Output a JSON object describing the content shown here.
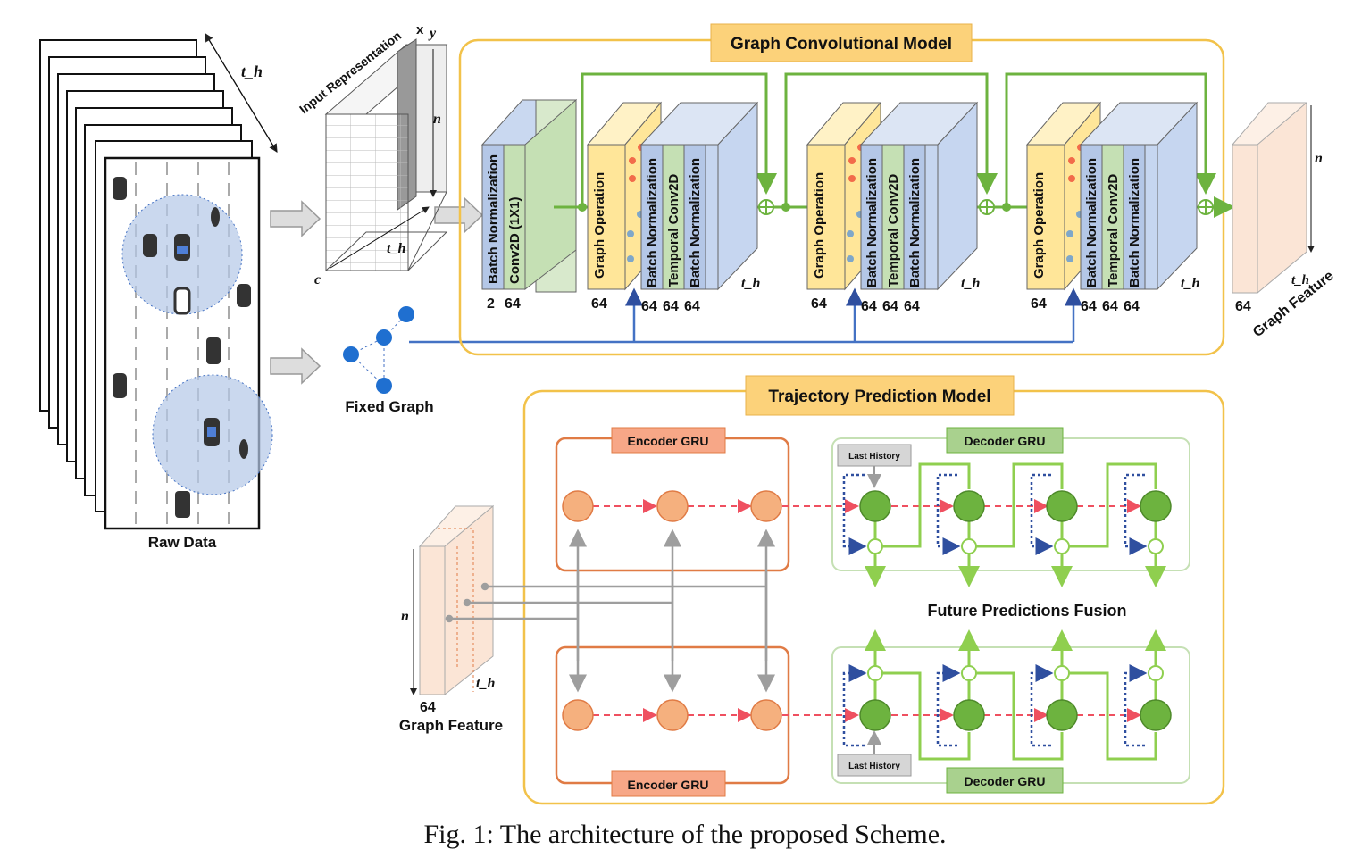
{
  "raw_data": {
    "label": "Raw Data",
    "time_label": "t_h"
  },
  "input_representation": {
    "label": "Input Representation",
    "axis_x": "x",
    "axis_y": "y",
    "axis_n": "n",
    "axis_c": "c",
    "axis_t": "t_h"
  },
  "fixed_graph": {
    "label": "Fixed Graph"
  },
  "gcm": {
    "title": "Graph Convolutional Model",
    "first_block": {
      "layers": [
        "Batch Normalization",
        "Conv2D (1X1)"
      ],
      "dims": [
        "2",
        "64"
      ]
    },
    "graph_op_label": "Graph Operation",
    "graph_op_dim": "64",
    "stack_layers": [
      "Batch Normalization",
      "Temporal Conv2D",
      "Batch Normalization"
    ],
    "stack_dims": [
      "64",
      "64",
      "64"
    ],
    "time_label": "t_h"
  },
  "graph_feature_out": {
    "label": "Graph Feature",
    "dim": "64",
    "n": "n",
    "t": "t_h"
  },
  "tpm": {
    "title": "Trajectory Prediction  Model",
    "encoder_label": "Encoder GRU",
    "decoder_label": "Decoder GRU",
    "last_history": "Last History",
    "fusion_label": "Future Predictions Fusion"
  },
  "graph_feature_in": {
    "label": "Graph Feature",
    "dim": "64",
    "n": "n",
    "t": "t_h"
  },
  "colors": {
    "green": "#6db33f",
    "blue": "#4472c4",
    "orange": "#e07b45",
    "gold": "#f2c24a",
    "blue_layer": "#b4c7e7",
    "green_layer": "#c5e0b4",
    "yellow_layer": "#ffe699",
    "peach": "#fbe5d6"
  },
  "caption": "Fig. 1: The architecture of the proposed Scheme."
}
